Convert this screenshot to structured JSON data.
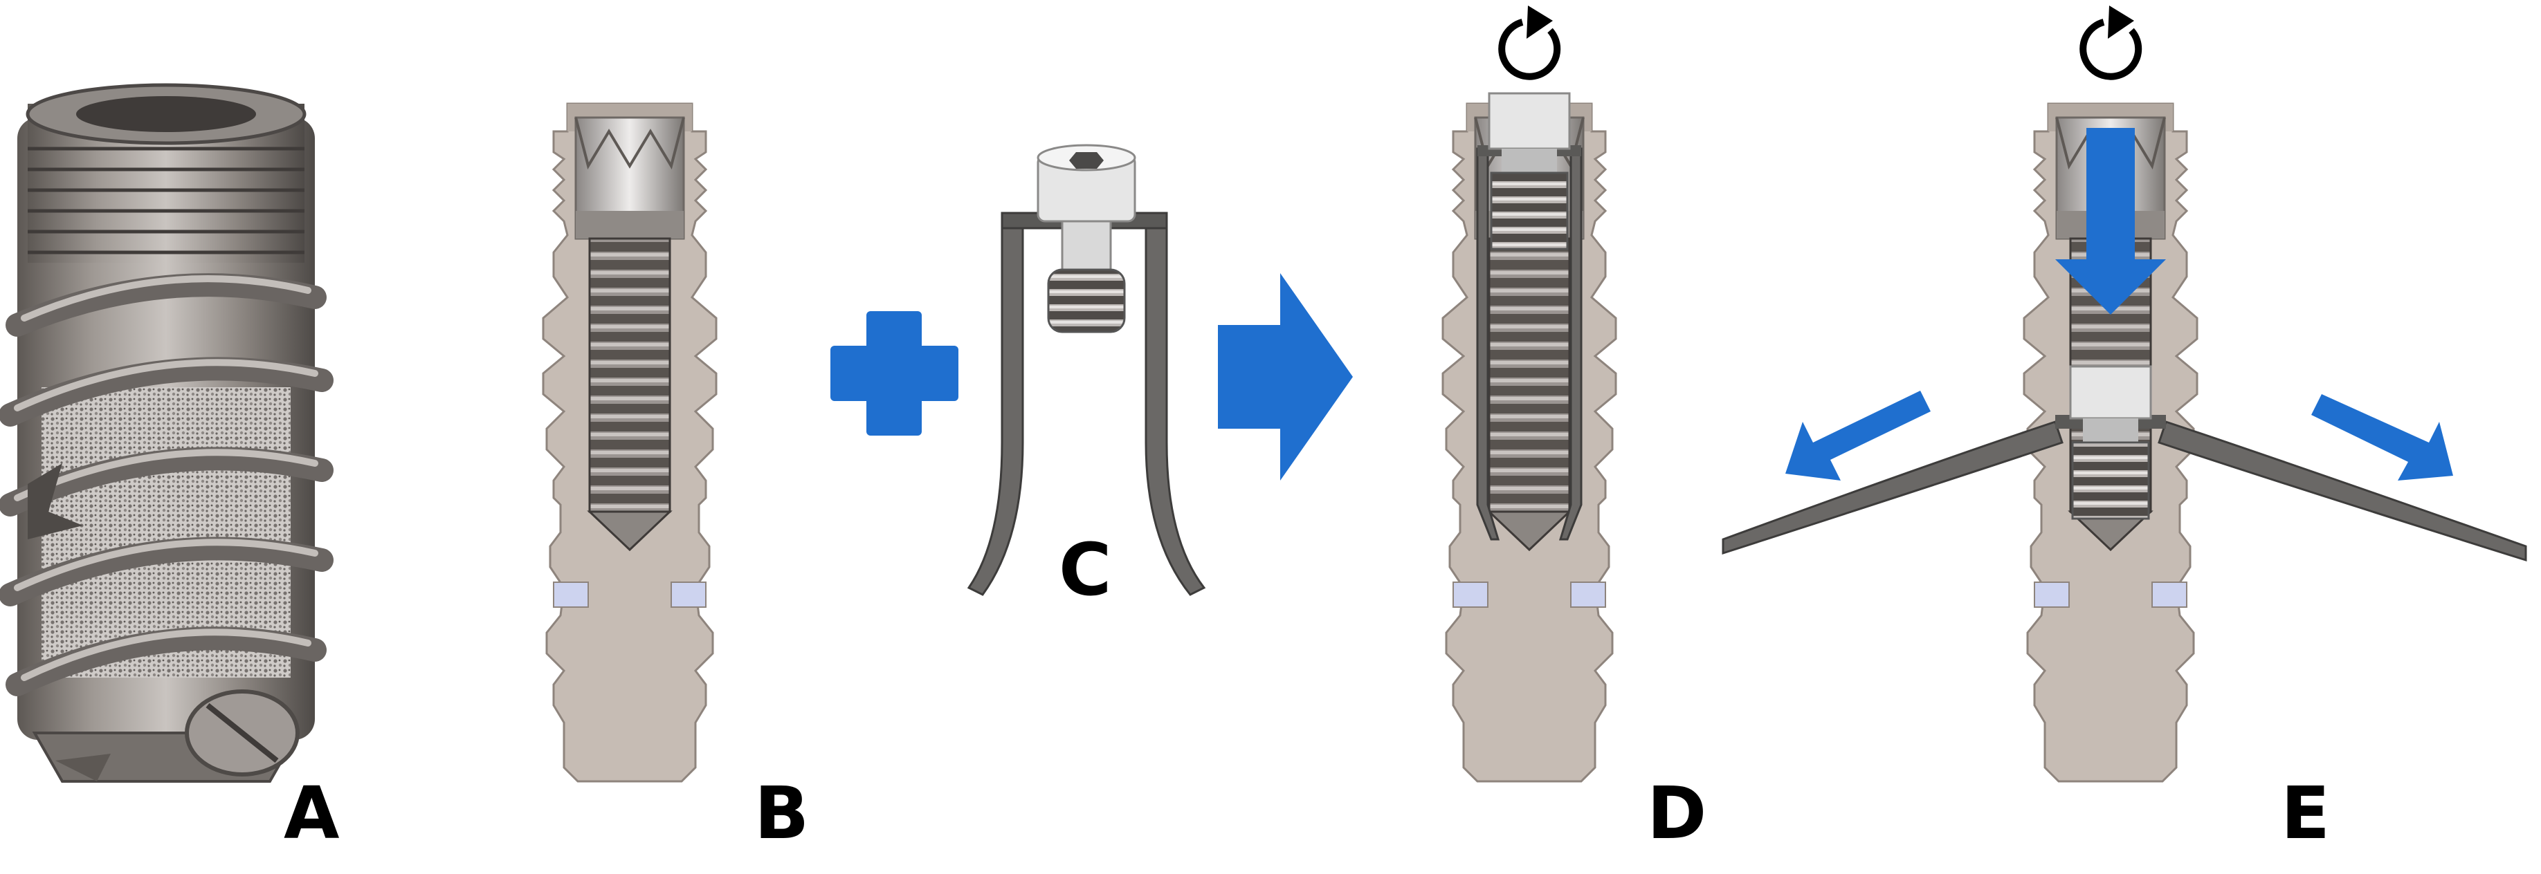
{
  "labels": {
    "a": "A",
    "b": "B",
    "c": "C",
    "d": "D",
    "e": "E"
  },
  "colors": {
    "arrow_blue": "#1f6fcf",
    "implant_body": "#c7bdb5",
    "implant_shadow": "#a69b93",
    "implant_dark": "#6f6863",
    "thread_dark": "#4b4846",
    "thread_light": "#9a9593",
    "collar_light": "#e7e5e4",
    "porous": "#cdcac8",
    "window_blue": "#cdd3ef",
    "clip_gray": "#696866",
    "screw_white": "#e6e6e6"
  },
  "icons": [
    "rotation-arrow-icon",
    "plus-icon",
    "right-arrow-icon",
    "push-down-arrow-icon",
    "spread-arrow-icon"
  ]
}
